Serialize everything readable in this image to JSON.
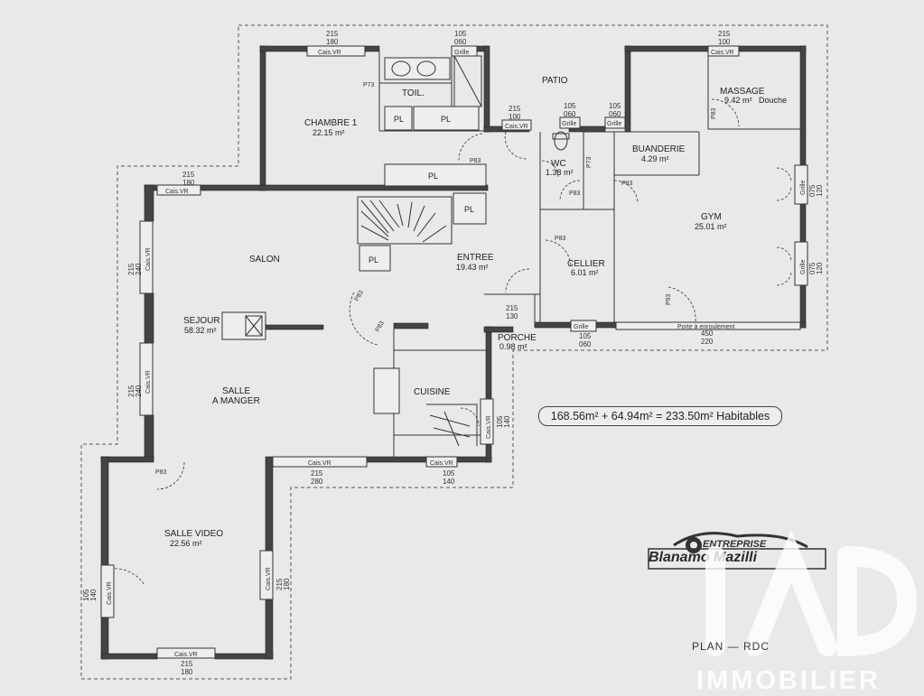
{
  "rooms": {
    "chambre1": {
      "name": "CHAMBRE 1",
      "area": "22.15 m²"
    },
    "toilet": {
      "name": "TOIL."
    },
    "patio": {
      "name": "PATIO"
    },
    "massage": {
      "name": "MASSAGE",
      "area": "9.42 m²",
      "extra": "Douche"
    },
    "buanderie": {
      "name": "BUANDERIE",
      "area": "4.29 m²"
    },
    "wc": {
      "name": "WC",
      "area": "1.38 m²"
    },
    "gym": {
      "name": "GYM",
      "area": "25.01 m²"
    },
    "salon": {
      "name": "SALON"
    },
    "entree": {
      "name": "ENTREE",
      "area": "19.43 m²"
    },
    "cellier": {
      "name": "CELLIER",
      "area": "6.01 m²"
    },
    "sejour": {
      "name": "SEJOUR",
      "area": "58.32 m²"
    },
    "porche": {
      "name": "PORCHE",
      "area": "0.98 m²"
    },
    "salle_manger": {
      "name_line1": "SALLE",
      "name_line2": "A MANGER"
    },
    "cuisine": {
      "name": "CUISINE"
    },
    "salle_video": {
      "name": "SALLE VIDEO",
      "area": "22.56 m²"
    }
  },
  "placards": {
    "label": "PL"
  },
  "openings": {
    "cais_vr": "Cais.VR",
    "grille": "Grille",
    "porte_enroulement": "Porte à enroulement"
  },
  "doors": {
    "p73": "P73",
    "p83": "P83",
    "p93": "P93"
  },
  "dimensions": {
    "d215": "215",
    "d180": "180",
    "d105": "105",
    "d060": "060",
    "d100": "100",
    "d240": "240",
    "d130": "130",
    "d140": "140",
    "d280": "280",
    "d075": "075",
    "d120": "120",
    "d450": "450",
    "d220": "220"
  },
  "summary": "168.56m² + 64.94m² = 233.50m² Habitables",
  "plan_label": "PLAN  —  RDC",
  "brand": {
    "prefix": "ENTREPRISE",
    "name": "Blanamo Mazilli"
  },
  "watermark": {
    "text": "IMMOBILIER"
  }
}
